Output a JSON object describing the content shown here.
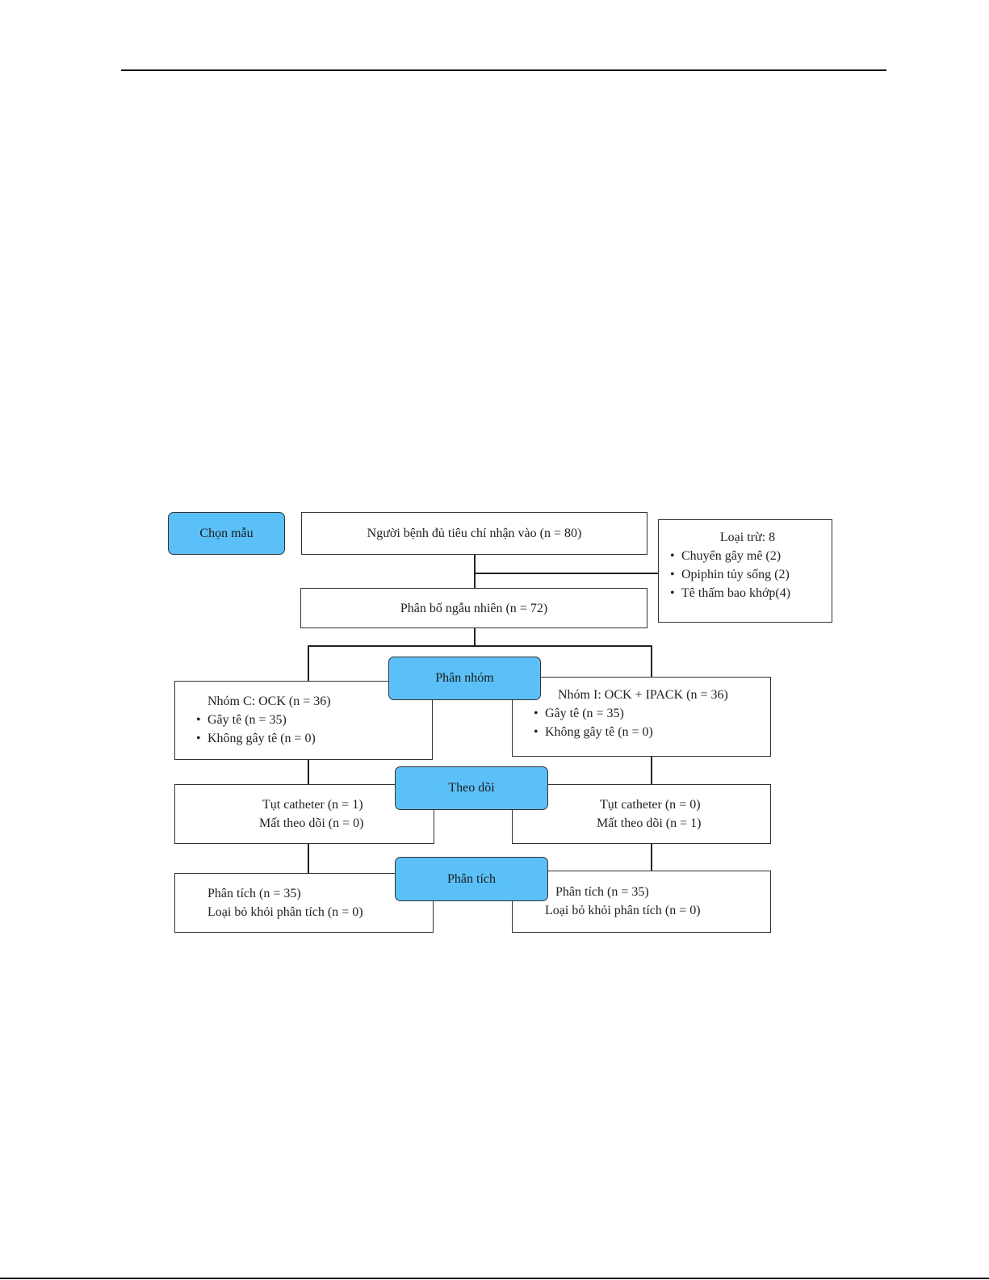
{
  "stages": {
    "selection": "Chọn mẫu",
    "grouping": "Phân nhóm",
    "followup": "Theo dõi",
    "analysis": "Phân tích"
  },
  "eligible": "Người bệnh đủ tiêu chí nhận vào (n = 80)",
  "excluded": {
    "title": "Loại trừ: 8",
    "items": [
      "Chuyển gây mê (2)",
      "Opiphin tủy sống (2)",
      "Tê thấm bao khớp(4)"
    ]
  },
  "randomized": "Phân bố ngẫu nhiên (n = 72)",
  "group_c": {
    "title": "Nhóm C: OCK (n = 36)",
    "items": [
      "Gây tê (n = 35)",
      "Không gây tê (n = 0)"
    ],
    "followup": [
      "Tụt catheter (n = 1)",
      "Mất theo dõi (n = 0)"
    ],
    "analysis": [
      "Phân tích (n = 35)",
      "Loại bỏ khỏi phân tích (n = 0)"
    ]
  },
  "group_i": {
    "title": "Nhóm I: OCK + IPACK (n = 36)",
    "items": [
      "Gây tê (n = 35)",
      "Không gây tê (n = 0)"
    ],
    "followup": [
      "Tụt catheter (n = 0)",
      "Mất theo dõi (n = 1)"
    ],
    "analysis": [
      "Phân tích (n = 35)",
      "Loại bỏ khỏi phân tích (n = 0)"
    ]
  }
}
